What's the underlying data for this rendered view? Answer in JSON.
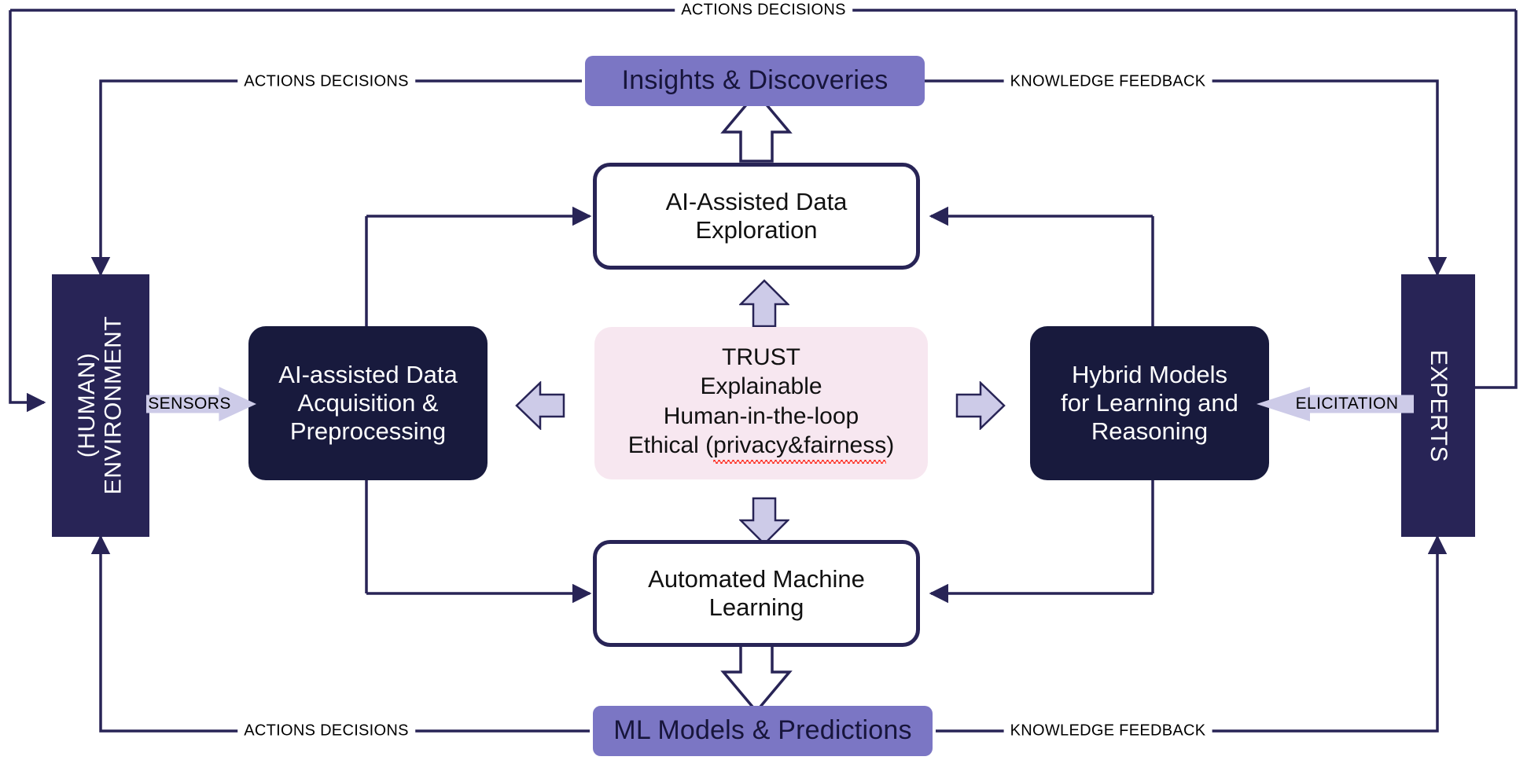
{
  "diagram": {
    "title": "AI-assisted data science and knowledge discovery loop",
    "colors": {
      "navy": "#282456",
      "navy_dark": "#181a3d",
      "purple": "#7b76c4",
      "lavender": "#cdcbe8",
      "pink": "#f7e7f0",
      "white": "#ffffff",
      "spellcheck_red": "#ff2a1c"
    }
  },
  "nodes": {
    "insights": {
      "label": "Insights & Discoveries"
    },
    "ml_models": {
      "label": "ML Models & Predictions"
    },
    "exploration": {
      "line1": "AI-Assisted Data",
      "line2": "Exploration"
    },
    "automl": {
      "line1": "Automated Machine",
      "line2": "Learning"
    },
    "acquisition": {
      "line1": "AI-assisted Data",
      "line2": "Acquisition &",
      "line3": "Preprocessing"
    },
    "hybrid": {
      "line1": "Hybrid Models",
      "line2": "for Learning and",
      "line3": "Reasoning"
    },
    "trust": {
      "line1": "TRUST",
      "line2": "Explainable",
      "line3": "Human-in-the-loop",
      "line4_prefix": "Ethical (",
      "line4_misspelled": "privacy&fairness",
      "line4_suffix": ")"
    },
    "environment": {
      "line1": "(HUMAN)",
      "line2": "ENVIRONMENT"
    },
    "experts": {
      "label": "EXPERTS"
    }
  },
  "edge_labels": {
    "actions_decisions_top": "ACTIONS DECISIONS",
    "actions_decisions_upper_left": "ACTIONS DECISIONS",
    "actions_decisions_bottom_left": "ACTIONS DECISIONS",
    "knowledge_feedback_upper_right": "KNOWLEDGE FEEDBACK",
    "knowledge_feedback_bottom_right": "KNOWLEDGE FEEDBACK"
  },
  "block_arrows": {
    "sensors": "SENSORS",
    "elicitation": "ELICITATION"
  },
  "flow_arrows": [
    {
      "name": "trust-to-exploration",
      "direction": "up",
      "style": "lavender-filled"
    },
    {
      "name": "trust-to-automl",
      "direction": "down",
      "style": "lavender-filled"
    },
    {
      "name": "trust-to-acquisition",
      "direction": "left",
      "style": "lavender-filled"
    },
    {
      "name": "trust-to-hybrid",
      "direction": "right",
      "style": "lavender-filled"
    },
    {
      "name": "exploration-to-insights",
      "direction": "up",
      "style": "outlined-hollow"
    },
    {
      "name": "automl-to-ml-models",
      "direction": "down",
      "style": "outlined-hollow"
    }
  ]
}
